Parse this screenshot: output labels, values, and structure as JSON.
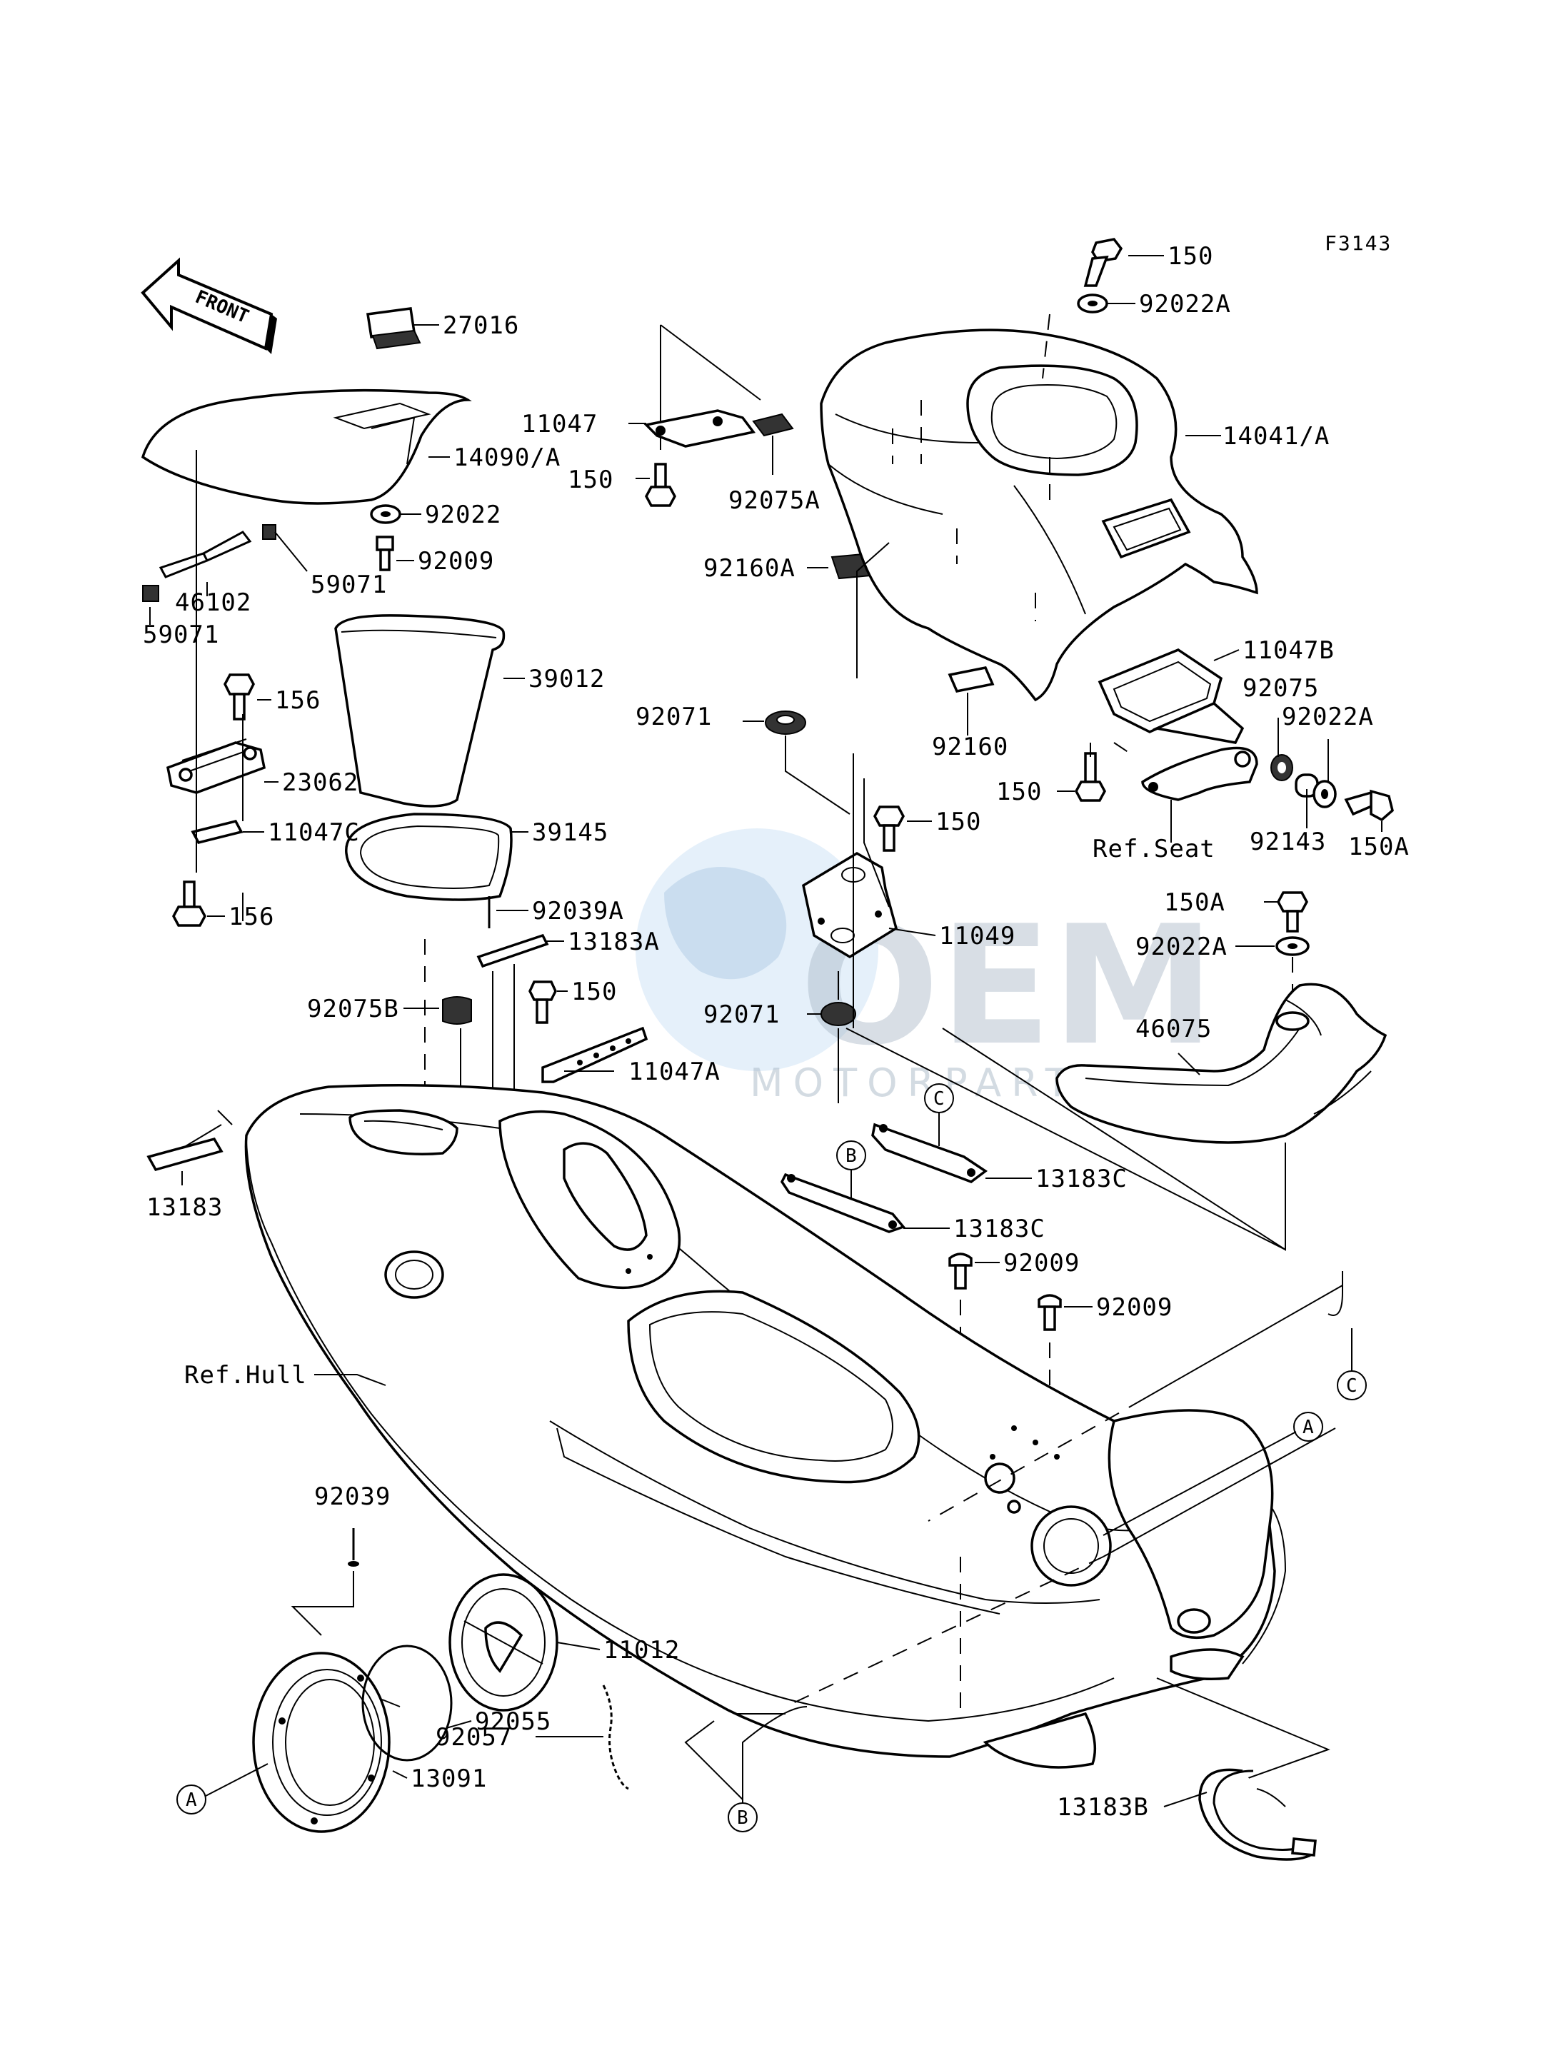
{
  "figure_code": "F3143",
  "front_label": "FRONT",
  "watermark": {
    "brand": "OEM",
    "subtitle": "MOTORPARTS"
  },
  "parts": [
    {
      "id": "p150_top",
      "label": "150"
    },
    {
      "id": "p92022A_top",
      "label": "92022A"
    },
    {
      "id": "p27016",
      "label": "27016"
    },
    {
      "id": "p14041A",
      "label": "14041/A"
    },
    {
      "id": "p11047",
      "label": "11047"
    },
    {
      "id": "p14090A",
      "label": "14090/A"
    },
    {
      "id": "p150_a",
      "label": "150"
    },
    {
      "id": "p92075A",
      "label": "92075A"
    },
    {
      "id": "p92022",
      "label": "92022"
    },
    {
      "id": "p92009_top",
      "label": "92009"
    },
    {
      "id": "p92160A",
      "label": "92160A"
    },
    {
      "id": "p46102",
      "label": "46102"
    },
    {
      "id": "p59071_r",
      "label": "59071"
    },
    {
      "id": "p59071_l",
      "label": "59071"
    },
    {
      "id": "p11047B",
      "label": "11047B"
    },
    {
      "id": "p39012",
      "label": "39012"
    },
    {
      "id": "p92075",
      "label": "92075"
    },
    {
      "id": "p156_top",
      "label": "156"
    },
    {
      "id": "p92022A_mid",
      "label": "92022A"
    },
    {
      "id": "p92071_top",
      "label": "92071"
    },
    {
      "id": "p92160",
      "label": "92160"
    },
    {
      "id": "p23062",
      "label": "23062"
    },
    {
      "id": "p150_b",
      "label": "150"
    },
    {
      "id": "p150_c",
      "label": "150"
    },
    {
      "id": "p11047C",
      "label": "11047C"
    },
    {
      "id": "p92143",
      "label": "92143"
    },
    {
      "id": "p150A_r",
      "label": "150A"
    },
    {
      "id": "p39145",
      "label": "39145"
    },
    {
      "id": "pRefSeat",
      "label": "Ref.Seat"
    },
    {
      "id": "p156_bot",
      "label": "156"
    },
    {
      "id": "p150A_mid",
      "label": "150A"
    },
    {
      "id": "p92039A",
      "label": "92039A"
    },
    {
      "id": "p11049",
      "label": "11049"
    },
    {
      "id": "p13183A",
      "label": "13183A"
    },
    {
      "id": "p92022A_low",
      "label": "92022A"
    },
    {
      "id": "p150_d",
      "label": "150"
    },
    {
      "id": "p92075B",
      "label": "92075B"
    },
    {
      "id": "p92071_bot",
      "label": "92071"
    },
    {
      "id": "p46075",
      "label": "46075"
    },
    {
      "id": "p11047A",
      "label": "11047A"
    },
    {
      "id": "p13183C_a",
      "label": "13183C"
    },
    {
      "id": "p13183",
      "label": "13183"
    },
    {
      "id": "p13183C_b",
      "label": "13183C"
    },
    {
      "id": "p92009_a",
      "label": "92009"
    },
    {
      "id": "p92009_b",
      "label": "92009"
    },
    {
      "id": "pRefHull",
      "label": "Ref.Hull"
    },
    {
      "id": "p92039",
      "label": "92039"
    },
    {
      "id": "p11012",
      "label": "11012"
    },
    {
      "id": "p92055",
      "label": "92055"
    },
    {
      "id": "p92057",
      "label": "92057"
    },
    {
      "id": "p13091",
      "label": "13091"
    },
    {
      "id": "p13183B",
      "label": "13183B"
    }
  ],
  "callouts": [
    "A",
    "A",
    "B",
    "B",
    "C",
    "C"
  ]
}
